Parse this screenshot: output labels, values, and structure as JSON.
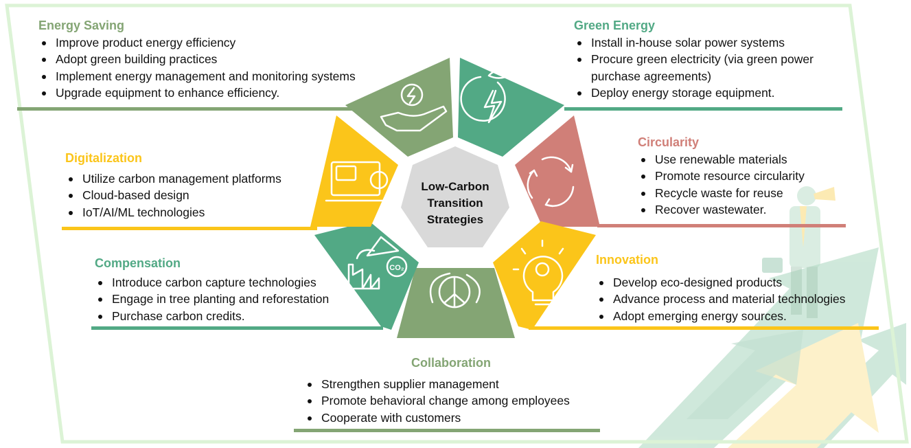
{
  "title": "Low-Carbon Transition Strategies",
  "center": {
    "lines": [
      "Low-Carbon",
      "Transition",
      "Strategies"
    ]
  },
  "colors": {
    "sage": "#84a574",
    "teal": "#52a985",
    "rose": "#d07f78",
    "yellow": "#fbc51a",
    "center_gray": "#d9d9d9",
    "frame": "#dcf3d6"
  },
  "sections": {
    "energy_saving": {
      "title": "Energy Saving",
      "icon": "hand-energy-icon",
      "items": [
        "Improve product energy efficiency",
        "Adopt green building practices",
        "Implement energy management and monitoring systems",
        "Upgrade equipment to enhance efficiency."
      ]
    },
    "green_energy": {
      "title": "Green Energy",
      "icon": "leaf-lightning-icon",
      "items": [
        "Install in-house solar power systems",
        "Procure green electricity (via green power",
        "purchase agreements)",
        "Deploy energy storage equipment."
      ]
    },
    "circularity": {
      "title": "Circularity",
      "icon": "recycle-arrows-icon",
      "items": [
        "Use renewable materials",
        "Promote resource circularity",
        "Recycle waste for reuse",
        "Recover wastewater."
      ]
    },
    "innovation": {
      "title": "Innovation",
      "icon": "lightbulb-gear-icon",
      "items": [
        "Develop eco-designed products",
        "Advance process and material technologies",
        "Adopt emerging energy sources."
      ]
    },
    "collaboration": {
      "title": "Collaboration",
      "icon": "peace-speech-bubble-icon",
      "items": [
        "Strengthen supplier management",
        "Promote behavioral change among employees",
        "Cooperate with customers"
      ]
    },
    "compensation": {
      "title": "Compensation",
      "icon": "carbon-capture-factory-icon",
      "items": [
        "Introduce carbon capture technologies",
        "Engage in tree planting and reforestation",
        "Purchase carbon credits."
      ]
    },
    "digitalization": {
      "title": "Digitalization",
      "icon": "laptop-chat-icon",
      "items": [
        "Utilize carbon management platforms",
        "Cloud-based design",
        "IoT/AI/ML technologies"
      ]
    }
  }
}
